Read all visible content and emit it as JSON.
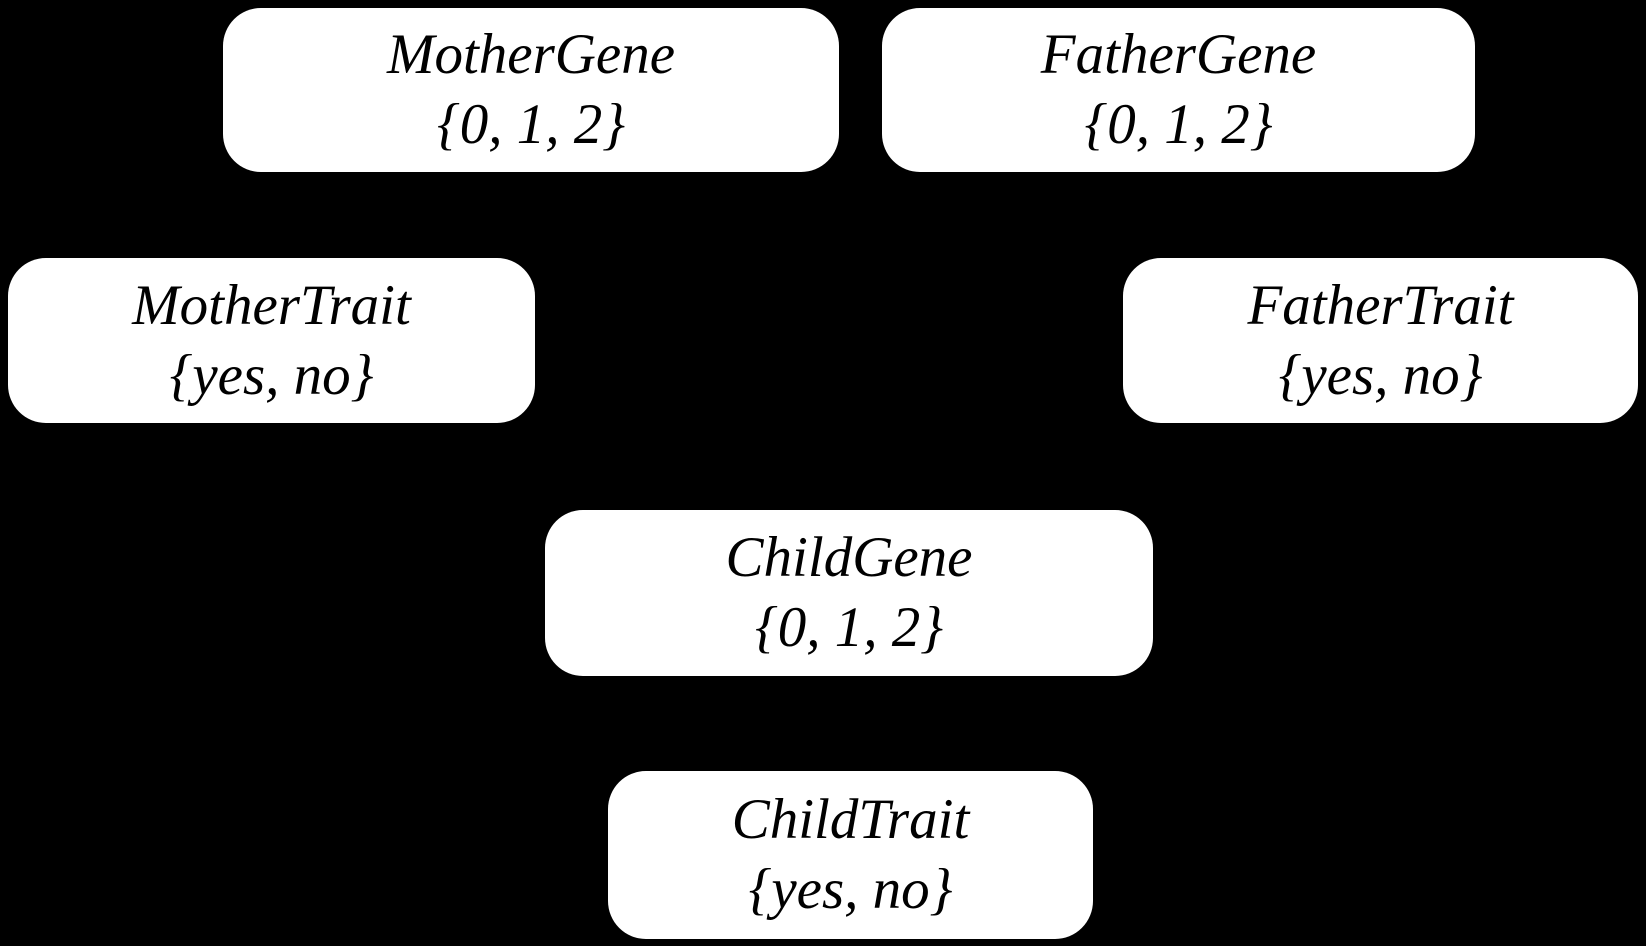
{
  "figure": {
    "type": "bayesian-network-diagram",
    "background_color": "#000000",
    "node_fill_color": "#ffffff",
    "node_text_color": "#000000"
  },
  "nodes": [
    {
      "name": "MotherGene",
      "values": "{0, 1, 2}"
    },
    {
      "name": "FatherGene",
      "values": "{0, 1, 2}"
    },
    {
      "name": "MotherTrait",
      "values": "{yes, no}"
    },
    {
      "name": "FatherTrait",
      "values": "{yes, no}"
    },
    {
      "name": "ChildGene",
      "values": "{0, 1, 2}"
    },
    {
      "name": "ChildTrait",
      "values": "{yes, no}"
    }
  ]
}
